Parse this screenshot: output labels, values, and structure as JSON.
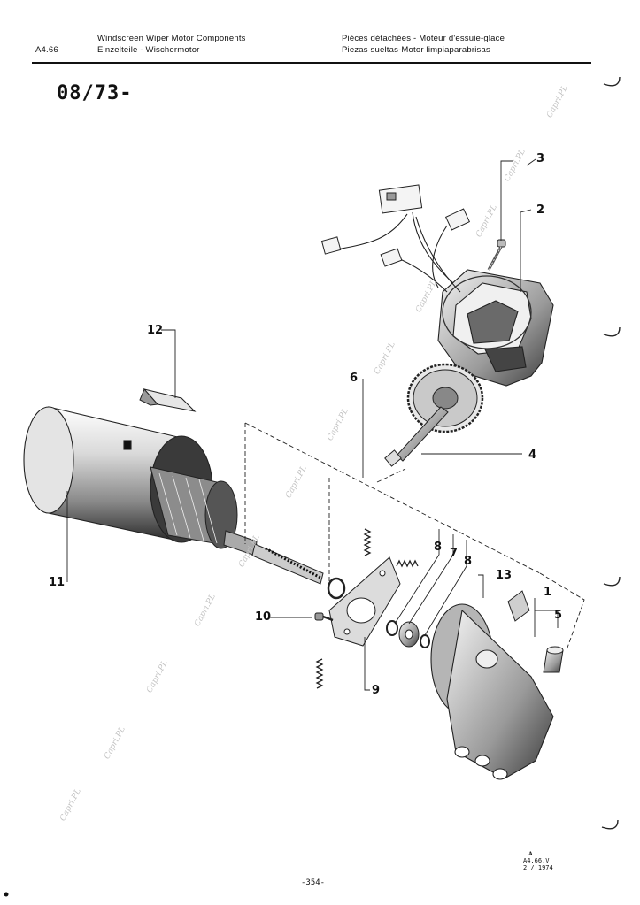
{
  "header": {
    "ref": "A4.66",
    "en": "Windscreen Wiper Motor Components",
    "de": "Einzelteile - Wischermotor",
    "fr": "Pièces détachées - Moteur d'essuie-glace",
    "es": "Piezas sueltas-Motor limpiaparabrisas"
  },
  "page_title": "08/73-",
  "callouts": {
    "c1": "1",
    "c2": "2",
    "c3": "3",
    "c4": "4",
    "c5": "5",
    "c6": "6",
    "c7": "7",
    "c8a": "8",
    "c8b": "8",
    "c9": "9",
    "c10": "10",
    "c11": "11",
    "c12": "12",
    "c13": "13"
  },
  "watermark": "Capri.PL",
  "footer": {
    "code_line1": "A4.66.V",
    "code_line2": "2 / 1974",
    "page_number": "-354-"
  }
}
